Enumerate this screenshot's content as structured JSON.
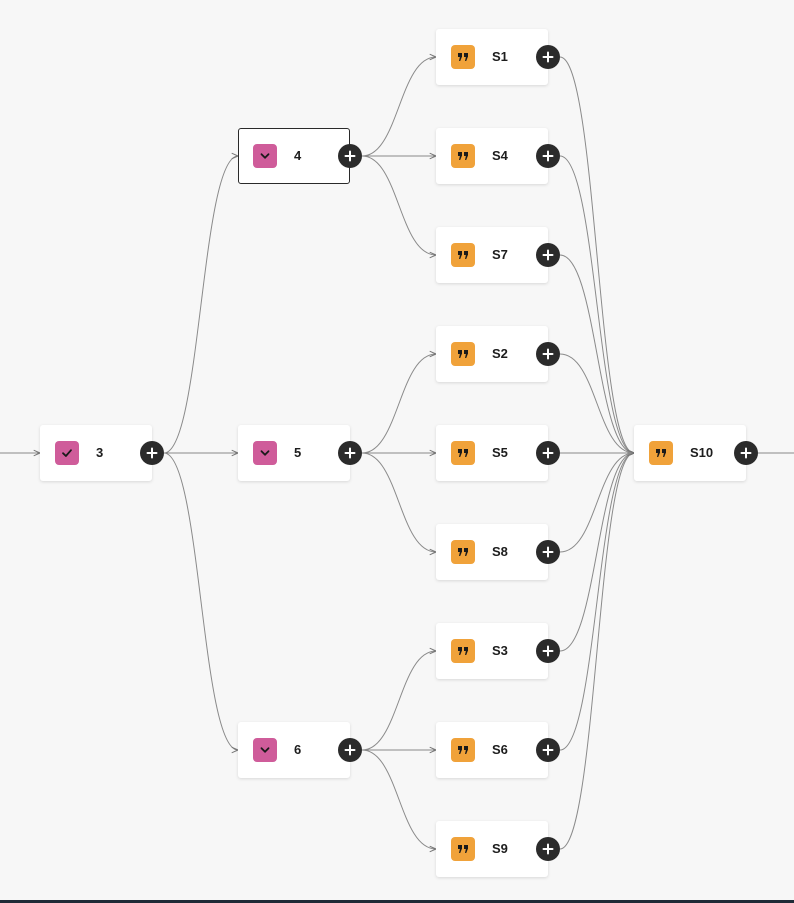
{
  "colors": {
    "accent_choice": "#cf5c9a",
    "accent_quote": "#f0a23a",
    "button": "#2b2b2b",
    "edge": "#8a8a8a"
  },
  "nodes": [
    {
      "id": "3",
      "label": "3",
      "icon": "checkmark-icon"
    },
    {
      "id": "4",
      "label": "4",
      "icon": "chevron-down-icon",
      "selected": true
    },
    {
      "id": "5",
      "label": "5",
      "icon": "chevron-down-icon"
    },
    {
      "id": "6",
      "label": "6",
      "icon": "chevron-down-icon"
    },
    {
      "id": "S1",
      "label": "S1",
      "icon": "quote-icon"
    },
    {
      "id": "S4",
      "label": "S4",
      "icon": "quote-icon"
    },
    {
      "id": "S7",
      "label": "S7",
      "icon": "quote-icon"
    },
    {
      "id": "S2",
      "label": "S2",
      "icon": "quote-icon"
    },
    {
      "id": "S5",
      "label": "S5",
      "icon": "quote-icon"
    },
    {
      "id": "S8",
      "label": "S8",
      "icon": "quote-icon"
    },
    {
      "id": "S3",
      "label": "S3",
      "icon": "quote-icon"
    },
    {
      "id": "S6",
      "label": "S6",
      "icon": "quote-icon"
    },
    {
      "id": "S9",
      "label": "S9",
      "icon": "quote-icon"
    },
    {
      "id": "S10",
      "label": "S10",
      "icon": "quote-icon"
    }
  ],
  "edges": [
    {
      "from": "3",
      "to": "4"
    },
    {
      "from": "3",
      "to": "5"
    },
    {
      "from": "3",
      "to": "6"
    },
    {
      "from": "4",
      "to": "S1"
    },
    {
      "from": "4",
      "to": "S4"
    },
    {
      "from": "4",
      "to": "S7"
    },
    {
      "from": "5",
      "to": "S2"
    },
    {
      "from": "5",
      "to": "S5"
    },
    {
      "from": "5",
      "to": "S8"
    },
    {
      "from": "6",
      "to": "S3"
    },
    {
      "from": "6",
      "to": "S6"
    },
    {
      "from": "6",
      "to": "S9"
    },
    {
      "from": "S1",
      "to": "S10"
    },
    {
      "from": "S4",
      "to": "S10"
    },
    {
      "from": "S7",
      "to": "S10"
    },
    {
      "from": "S2",
      "to": "S10"
    },
    {
      "from": "S5",
      "to": "S10"
    },
    {
      "from": "S8",
      "to": "S10"
    },
    {
      "from": "S3",
      "to": "S10"
    },
    {
      "from": "S6",
      "to": "S10"
    },
    {
      "from": "S9",
      "to": "S10"
    }
  ]
}
